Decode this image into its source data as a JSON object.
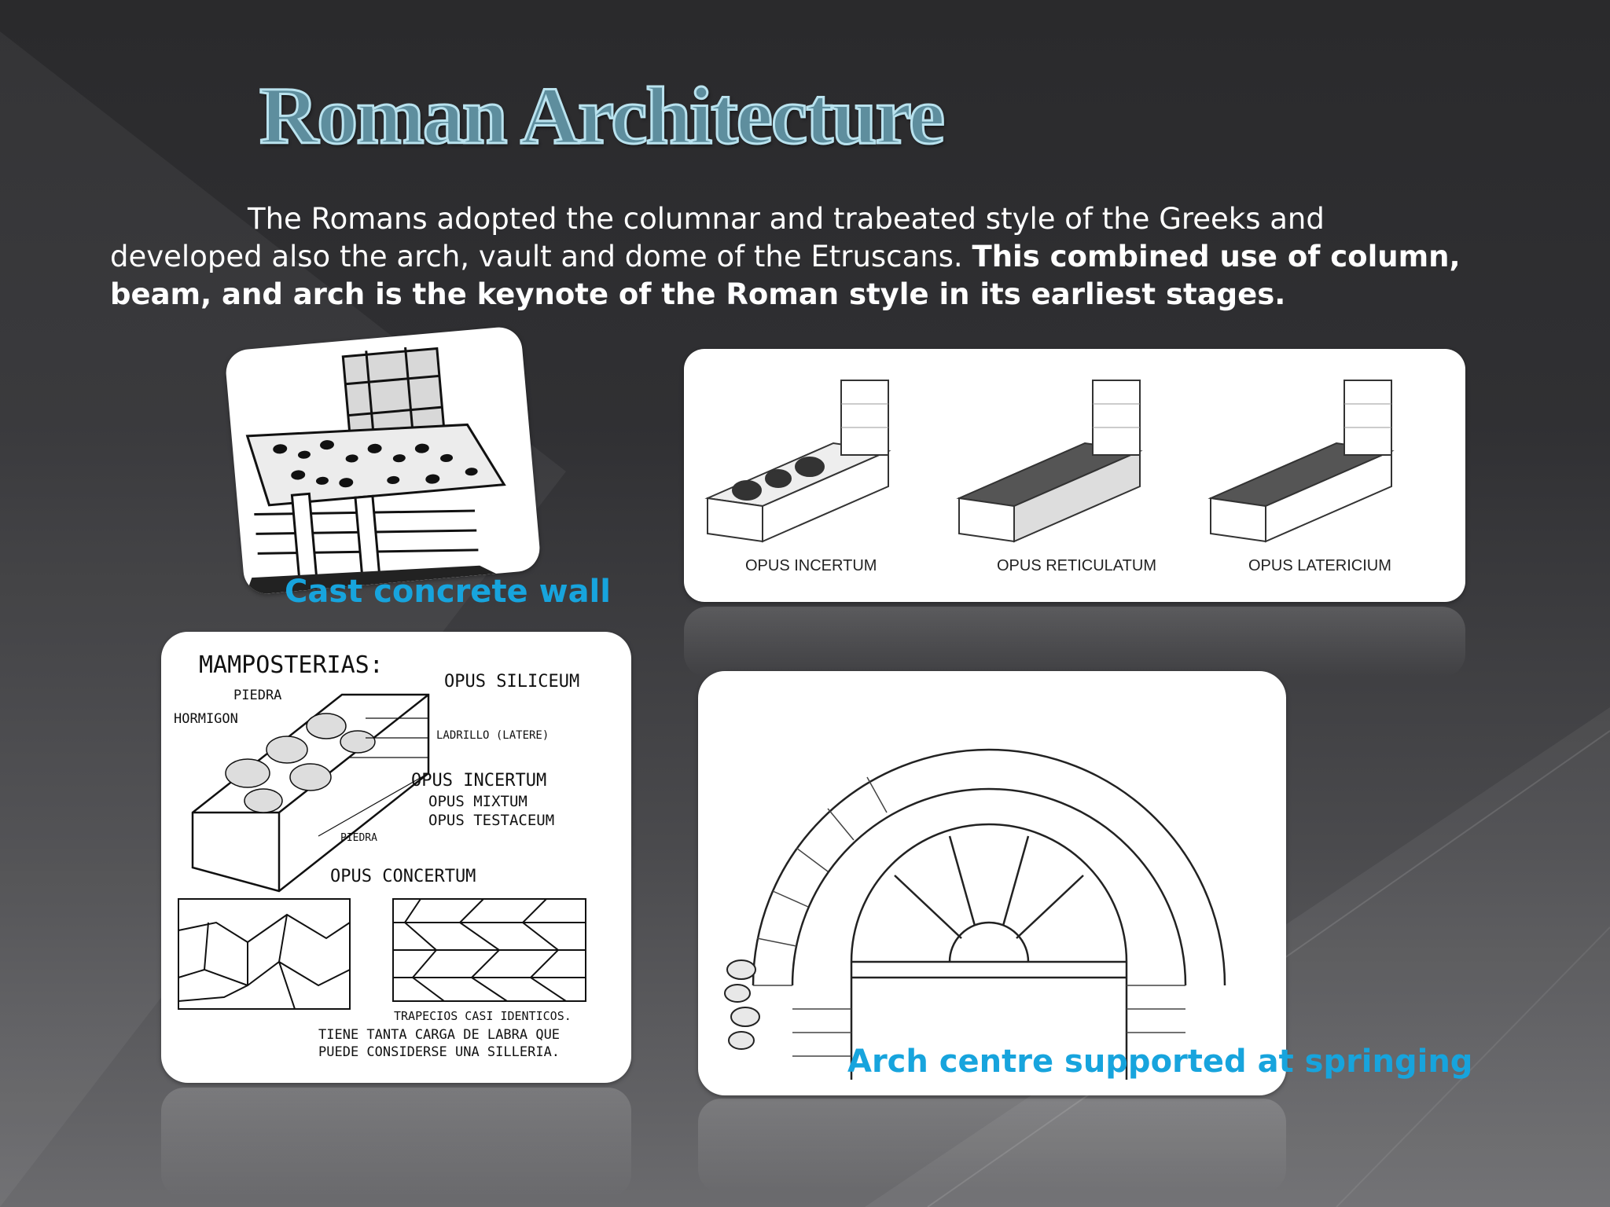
{
  "slide": {
    "title": "Roman Architecture",
    "intro_regular": "The Romans adopted the columnar and trabeated style of the Greeks and developed also the arch, vault and dome of the Etruscans. ",
    "intro_bold": "This combined use of column, beam, and arch is the keynote of the Roman style in its earliest stages."
  },
  "images": {
    "cast_concrete": {
      "caption": "Cast concrete wall"
    },
    "opus_types": {
      "labels": [
        "OPUS INCERTUM",
        "OPUS RETICULATUM",
        "OPUS LATERICIUM"
      ]
    },
    "mamposterias": {
      "heading": "MAMPOSTERIAS:",
      "opus_siliceum": "OPUS SILICEUM",
      "piedra_top": "PIEDRA",
      "hormigon": "HORMIGON",
      "ladrillo": "LADRILLO (LATERE)",
      "opus_incertum": "OPUS INCERTUM",
      "opus_mixtum": "OPUS MIXTUM",
      "opus_testaceum": "OPUS TESTACEUM",
      "piedra_bottom": "PIEDRA",
      "opus_concertum": "OPUS CONCERTUM",
      "note_line1": "TRAPECIOS CASI IDENTICOS.",
      "note_line2": "TIENE TANTA CARGA DE LABRA QUE",
      "note_line3": "PUEDE CONSIDERSE UNA SILLERIA."
    },
    "arch": {
      "caption": "Arch centre supported at  springing"
    }
  },
  "colors": {
    "caption": "#17a4dd",
    "title_fill": "#5e8e9e",
    "title_outline": "#b9e2ee"
  }
}
